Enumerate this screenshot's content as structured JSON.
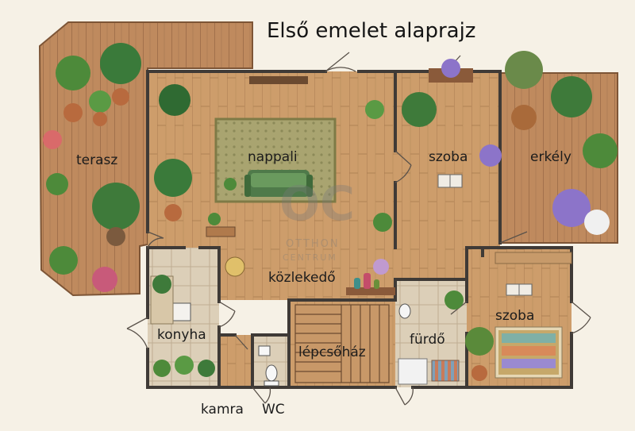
{
  "title": "Első emelet alaprajz",
  "rooms": {
    "terasz": "terasz",
    "nappali": "nappali",
    "szoba_top": "szoba",
    "erkely": "erkély",
    "kozlekedo": "közlekedő",
    "konyha": "konyha",
    "lepcsohaz": "lépcsőház",
    "furdo": "fürdő",
    "szoba_right": "szoba",
    "kamra": "kamra",
    "wc": "WC"
  },
  "watermark": {
    "logo": "OC",
    "line1": "OTTHON",
    "line2": "CENTRUM"
  },
  "colors": {
    "wood": "#c99866",
    "deck": "#b9825a",
    "wall": "#3f3a36",
    "tile": "#d9ccb5",
    "rug": "#a9a06a",
    "sofa": "#4f7a4a",
    "leaf": "#3e7a3a",
    "lavender": "#8c74c9"
  }
}
